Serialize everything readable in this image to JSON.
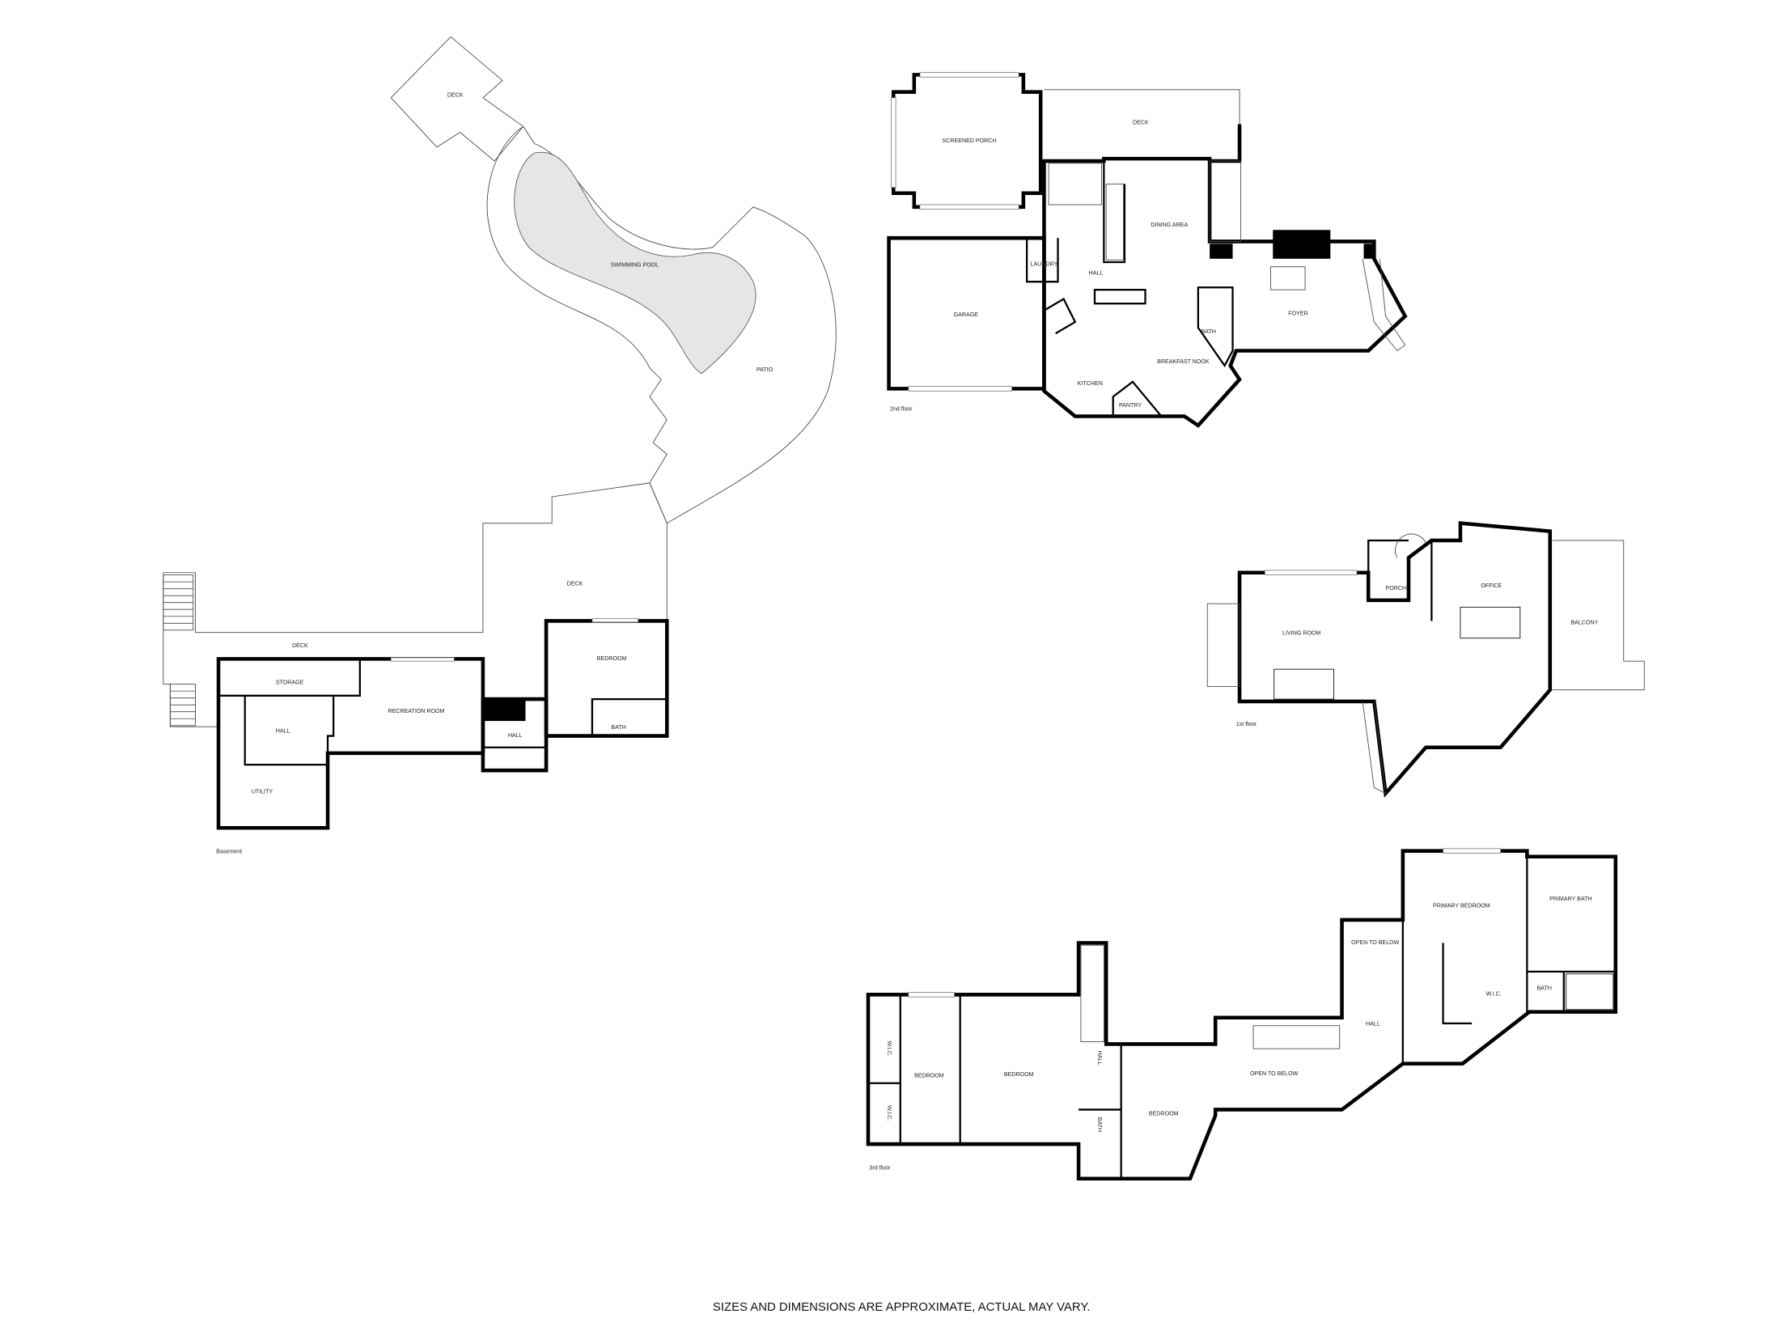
{
  "floors": {
    "basement": {
      "label": "Basement",
      "rooms": [
        "DECK",
        "SWIMMING POOL",
        "PATIO",
        "DECK",
        "DECK",
        "STORAGE",
        "RECREATION ROOM",
        "HALL",
        "UTILITY",
        "HALL",
        "BEDROOM",
        "BATH"
      ]
    },
    "second": {
      "label": "2nd floor",
      "rooms": [
        "SCREENED PORCH",
        "DECK",
        "DINING AREA",
        "LAUNDRY",
        "HALL",
        "GARAGE",
        "FOYER",
        "BATH",
        "BREAKFAST NOOK",
        "KITCHEN",
        "PANTRY"
      ]
    },
    "first": {
      "label": "1st floor",
      "rooms": [
        "PORCH",
        "OFFICE",
        "LIVING ROOM",
        "BALCONY"
      ]
    },
    "third": {
      "label": "3rd floor",
      "rooms": [
        "PRIMARY BEDROOM",
        "PRIMARY BATH",
        "OPEN TO BELOW",
        "W.I.C.",
        "BATH",
        "HALL",
        "OPEN TO BELOW",
        "BEDROOM",
        "BEDROOM",
        "HALL",
        "BATH",
        "BEDROOM",
        "W.I.C.",
        "W.I.C."
      ]
    }
  },
  "disclaimer": "SIZES AND DIMENSIONS ARE APPROXIMATE, ACTUAL MAY VARY."
}
